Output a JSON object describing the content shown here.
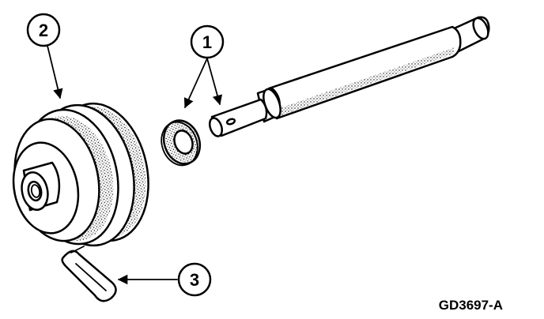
{
  "callouts": [
    {
      "label": "1",
      "refers_to": "seal-and-shaft"
    },
    {
      "label": "2",
      "refers_to": "pulley"
    },
    {
      "label": "3",
      "refers_to": "clip"
    }
  ],
  "figure_id": "GD3697-A",
  "colors": {
    "ink": "#000000",
    "background": "#ffffff"
  }
}
